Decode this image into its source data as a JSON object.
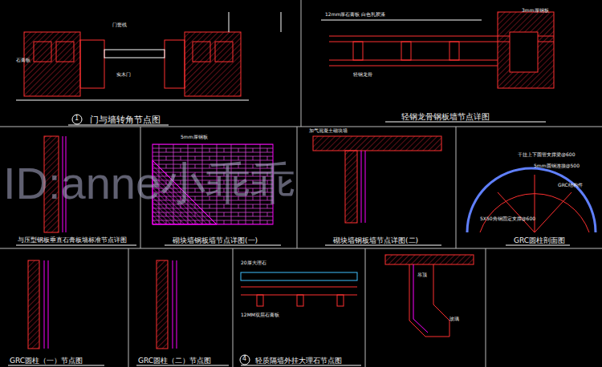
{
  "diagram": {
    "labels": [
      "1",
      "门与墙转角节点图",
      "轻钢龙骨钢板墙节点详图",
      "与压型钢板垂直石膏板墙标准节点详图",
      "砌块墙钢板墙节点详图(一)",
      "砌块墙钢板墙节点详图(二)",
      "GRC圆柱剖面图",
      "GRC圆柱（一）节点图",
      "GRC圆柱（二）节点图",
      "4",
      "轻质隔墙外挂大理石节点图",
      "ID:anne小乖乖",
      "门套线",
      "实木门",
      "石膏板",
      "12mm厚石膏板 白色乳胶漆",
      "轻钢龙骨",
      "3mm厚钢板",
      "加气混凝土砌块墙",
      "5mm厚钢板",
      "干挂上下圆管支撑梁@600",
      "5mm圆钢连接@500",
      "GRC结构件",
      "5X50角钢固定支撑@600",
      "20厚大理石",
      "12MM双层石膏板",
      "玻璃",
      "吊顶"
    ]
  }
}
